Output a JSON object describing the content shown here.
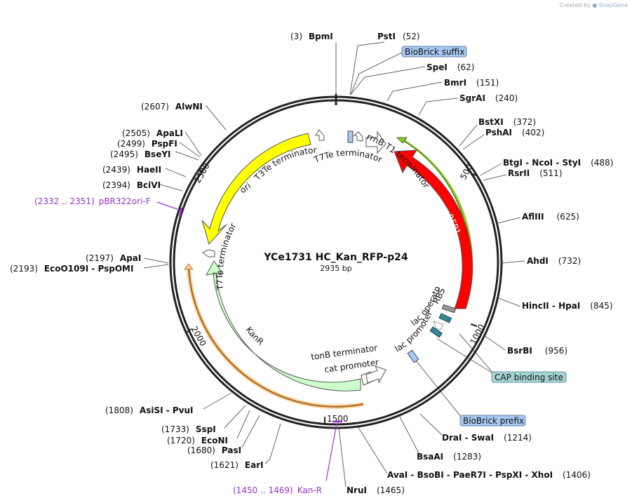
{
  "credit": {
    "prefix": "Created by",
    "brand": "SnapGene"
  },
  "plasmid": {
    "name": "YCe1731 HC_Kan_RFP-p24",
    "length_label": "2935 bp",
    "length": 2935
  },
  "position_ticks": [
    "500",
    "1000",
    "1500",
    "2000",
    "2500"
  ],
  "enzymes": [
    {
      "name": "BpmI",
      "pos": "(3)"
    },
    {
      "name": "PstI",
      "pos": "(52)"
    },
    {
      "name": "SpeI",
      "pos": "(62)"
    },
    {
      "name": "BmrI",
      "pos": "(151)"
    },
    {
      "name": "SgrAI",
      "pos": "(240)"
    },
    {
      "name": "BstXI",
      "pos": "(372)"
    },
    {
      "name": "PshAI",
      "pos": "(402)"
    },
    {
      "name": "BtgI - NcoI - StyI",
      "pos": "(488)"
    },
    {
      "name": "RsrII",
      "pos": "(511)"
    },
    {
      "name": "AflIII",
      "pos": "(625)"
    },
    {
      "name": "AhdI",
      "pos": "(732)"
    },
    {
      "name": "HincII - HpaI",
      "pos": "(845)"
    },
    {
      "name": "BsrBI",
      "pos": "(956)"
    },
    {
      "name": "DraI - SwaI",
      "pos": "(1214)"
    },
    {
      "name": "BsaAI",
      "pos": "(1283)"
    },
    {
      "name": "AvaI - BsoBI - PaeR7I - PspXI - XhoI",
      "pos": "(1406)"
    },
    {
      "name": "NruI",
      "pos": "(1465)"
    },
    {
      "name": "EarI",
      "pos": "(1621)"
    },
    {
      "name": "PasI",
      "pos": "(1680)"
    },
    {
      "name": "EcoNI",
      "pos": "(1720)"
    },
    {
      "name": "SspI",
      "pos": "(1733)"
    },
    {
      "name": "AsiSI - PvuI",
      "pos": "(1808)"
    },
    {
      "name": "ApaI",
      "pos": "(2197)"
    },
    {
      "name": "EcoO109I - PspOMI",
      "pos": "(2193)"
    },
    {
      "name": "BciVI",
      "pos": "(2394)"
    },
    {
      "name": "HaeII",
      "pos": "(2439)"
    },
    {
      "name": "BseYI",
      "pos": "(2495)"
    },
    {
      "name": "PspFI",
      "pos": "(2499)"
    },
    {
      "name": "ApaLI",
      "pos": "(2505)"
    },
    {
      "name": "AlwNI",
      "pos": "(2607)"
    }
  ],
  "primers": [
    {
      "name": "pBR322ori-F",
      "range": "(2332 .. 2351)"
    },
    {
      "name": "Kan-R",
      "range": "(1450 .. 1469)"
    }
  ],
  "site_boxes": [
    "BioBrick suffix",
    "CAP binding site",
    "BioBrick prefix"
  ],
  "features": {
    "ori": "ori",
    "mrfp1": "mRFP1",
    "kanr": "KanR",
    "t3te": "T3Te terminator",
    "t7te_top": "T7Te terminator",
    "rrnb": "rrnB T1 terminator",
    "t7te_left": "T7Te terminator",
    "lac_operator": "lac operator",
    "rbs": "RBS",
    "lac_promoter": "lac promoter",
    "tonb": "tonB terminator",
    "cat_promoter": "cat promoter"
  },
  "colors": {
    "ori": "#ffff00",
    "mrfp1": "#ff0000",
    "kanr": "#ccffcc",
    "primer": "#9933cc",
    "site_box": "#a6c8f0",
    "cap_box": "#a6d4d4"
  }
}
